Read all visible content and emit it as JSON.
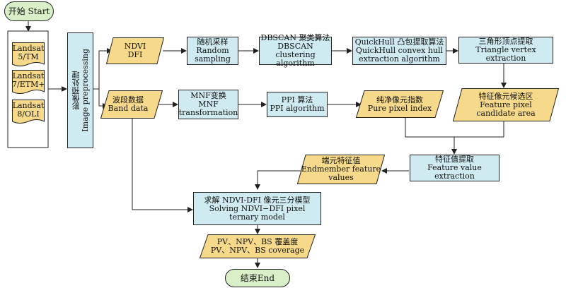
{
  "nodes": {
    "start": "开始 Start",
    "end": "结束End",
    "landsat5": [
      "Landsat",
      "5/TM"
    ],
    "landsat7": [
      "Landsat",
      "7/ETM+"
    ],
    "landsat8": [
      "Landsat",
      "8/OLI"
    ],
    "preprocess": [
      "影像预处理",
      "Image preprocessing"
    ],
    "ndvi": [
      "NDVI",
      "DFI"
    ],
    "band": [
      "波段数据",
      "Band data"
    ],
    "random": [
      "随机采样",
      "Random",
      "sampling"
    ],
    "dbscan": [
      "DBSCAN 聚类算法",
      "DBSCAN clustering",
      "algorithm"
    ],
    "quickhull": [
      "QuickHull 凸包提取算法",
      "QuickHull convex hull",
      "extraction algorithm"
    ],
    "triangle": [
      "三角形顶点提取",
      "Triangle vertex extraction"
    ],
    "mnf": [
      "MNF变换",
      "MNF",
      "transformation"
    ],
    "ppi": [
      "PPI 算法",
      "PPI algorithm"
    ],
    "purepixel": [
      "纯净像元指数",
      "Pure pixel index"
    ],
    "candidate": [
      "特征像元候选区",
      "Feature pixel",
      "candidate area"
    ],
    "feature": [
      "特征值提取",
      "Feature value extraction"
    ],
    "endmember": [
      "端元特征值",
      "Endmember feature",
      "values"
    ],
    "solve": [
      "求解 NDVI-DFI 像元三分模型",
      "Solving NDVI−DFI pixel",
      "ternary model"
    ],
    "coverage": [
      "PV、NPV、BS 覆盖度",
      "PV、NPV、BS coverage"
    ]
  },
  "colors": {
    "process_fill": "#cfeaf0",
    "data_fill": "#f6d98a",
    "terminal_fill": "#d9efc8",
    "stroke": "#222222"
  }
}
